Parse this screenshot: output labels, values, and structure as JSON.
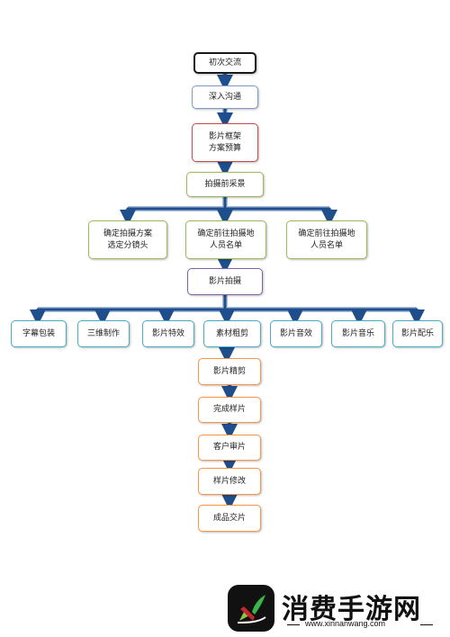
{
  "nodes": {
    "n1": "初次交流",
    "n2": "深入沟通",
    "n3": "影片框架\n方案预算",
    "n4": "拍摄前采景",
    "n5a": "确定拍摄方案\n选定分镜头",
    "n5b": "确定前往拍摄地\n人员名单",
    "n5c": "确定前往拍摄地\n人员名单",
    "n6": "影片拍摄",
    "p1": "字幕包装",
    "p2": "三维制作",
    "p3": "影片特效",
    "p4": "素材粗剪",
    "p5": "影片音效",
    "p6": "影片音乐",
    "p7": "影片配乐",
    "s1": "影片精剪",
    "s2": "完成样片",
    "s3": "客户审片",
    "s4": "样片修改",
    "s5": "成品交片"
  },
  "watermark": {
    "title": "消费手游网",
    "url": "www.xinnanwang.com"
  },
  "colors": {
    "connector": "#1f4e8c",
    "connector_outline": "#a9bfdc"
  }
}
